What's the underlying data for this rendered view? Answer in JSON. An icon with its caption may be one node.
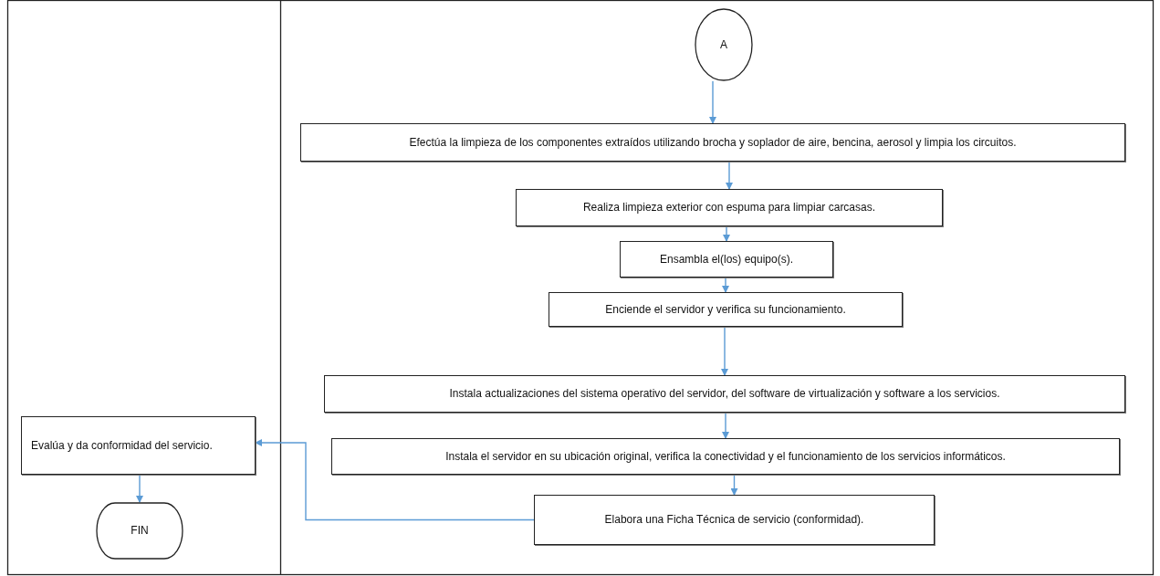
{
  "diagram": {
    "nodes": [
      {
        "text": [
          "A"
        ]
      },
      {
        "text": [
          "Efectúa la limpieza de los componentes extraídos utilizando brocha y soplador de aire, bencina, aerosol y limpia los circuitos."
        ]
      },
      {
        "text": [
          "Realiza limpieza exterior con espuma para limpiar carcasas."
        ]
      },
      {
        "text": [
          "Ensambla el(los) equipo(s)."
        ]
      },
      {
        "text": [
          "Enciende el servidor y verifica su funcionamiento."
        ]
      },
      {
        "text": [
          "Instala actualizaciones del sistema operativo del servidor, del software de virtualización y software a los servicios."
        ]
      },
      {
        "text": [
          "Instala el servidor en su ubicación original, verifica la conectividad y el funcionamiento de los servicios informáticos."
        ]
      },
      {
        "text": [
          "Elabora una Ficha Técnica de servicio (conformidad)."
        ]
      },
      {
        "text": [
          "Evalúa y da conformidad del servicio."
        ]
      },
      {
        "text": [
          "FIN"
        ]
      }
    ],
    "edges": [
      {
        "from": 0,
        "to": 1,
        "arrow": "to"
      },
      {
        "from": 1,
        "to": 2,
        "arrow": "to"
      },
      {
        "from": 2,
        "to": 3,
        "arrow": "to"
      },
      {
        "from": 3,
        "to": 4,
        "arrow": "to"
      },
      {
        "from": 4,
        "to": 5,
        "arrow": "to"
      },
      {
        "from": 5,
        "to": 6,
        "arrow": "to"
      },
      {
        "from": 6,
        "to": 7,
        "arrow": "to"
      },
      {
        "from": 7,
        "to": 8,
        "arrow": "to"
      },
      {
        "from": 8,
        "to": 9,
        "arrow": "to"
      }
    ]
  }
}
